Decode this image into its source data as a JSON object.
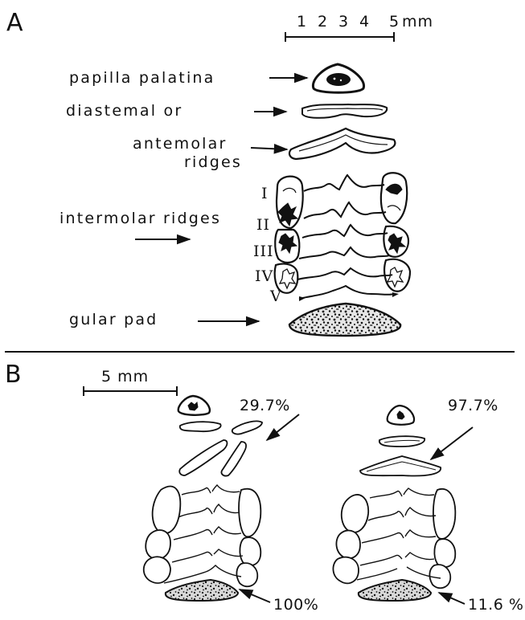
{
  "panel_a": {
    "letter": "A",
    "scale_bar": {
      "ticks": [
        "1",
        "2",
        "3",
        "4",
        "5"
      ],
      "unit": "mm"
    },
    "labels": {
      "papilla": "papilla palatina",
      "diastemal": "diastemal or",
      "antemolar": "antemolar",
      "ridges": "ridges",
      "intermolar": "intermolar ridges",
      "gular": "gular pad"
    },
    "roman_numerals": [
      "I",
      "II",
      "III",
      "IV",
      "V"
    ]
  },
  "panel_b": {
    "letter": "B",
    "scale_label": "5 mm",
    "left": {
      "top_pct": "29.7%",
      "bottom_pct": "100%"
    },
    "right": {
      "top_pct": "97.7%",
      "bottom_pct": "11.6 %"
    }
  },
  "colors": {
    "ink": "#111111",
    "background": "#ffffff"
  }
}
